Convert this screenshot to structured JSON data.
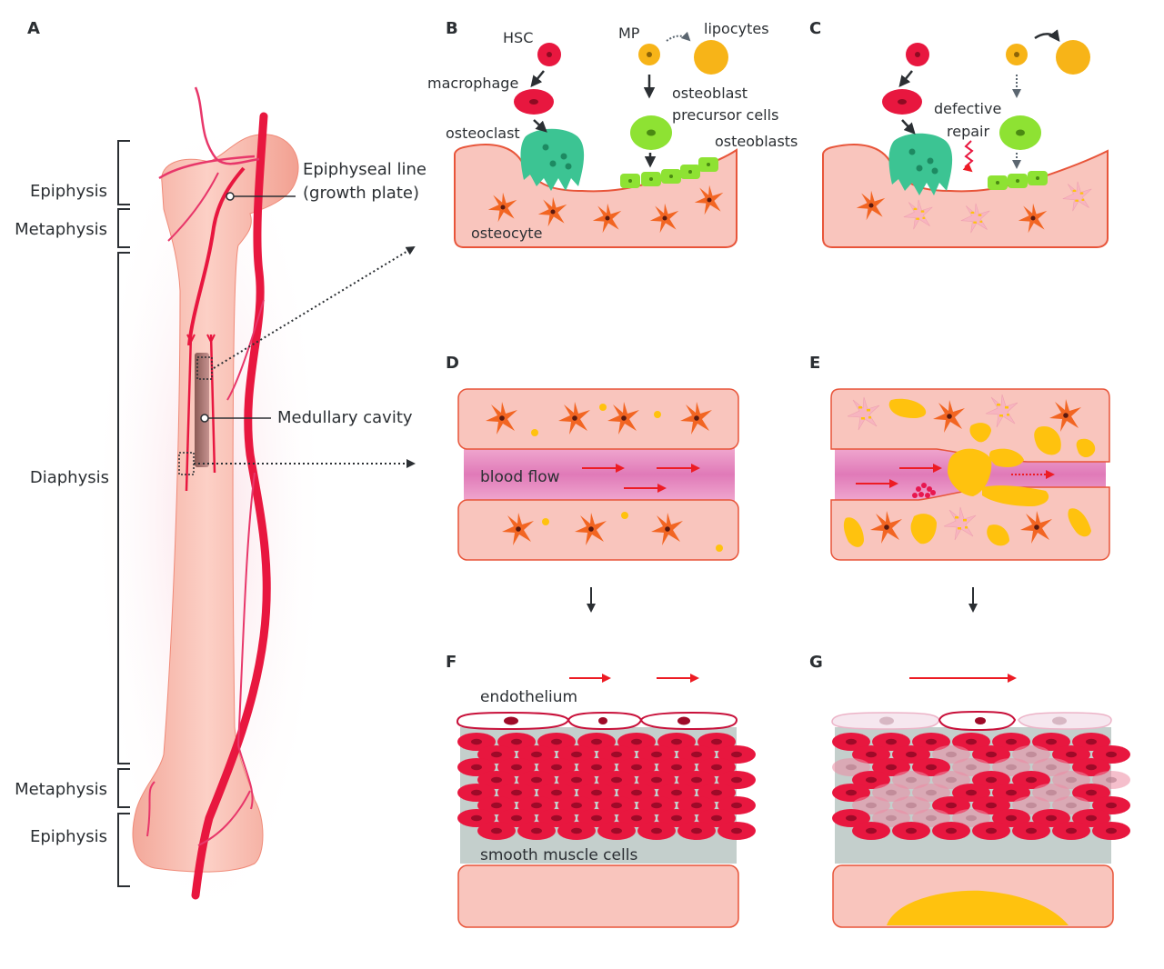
{
  "figure": {
    "panels": {
      "A": {
        "letter": "A",
        "regions": [
          "Epiphysis",
          "Metaphysis",
          "Diaphysis",
          "Metaphysis",
          "Epiphysis"
        ],
        "callouts": {
          "growth_plate_line1": "Epiphyseal line",
          "growth_plate_line2": "(growth plate)",
          "medullary": "Medullary cavity"
        }
      },
      "B": {
        "letter": "B",
        "labels": {
          "hsc": "HSC",
          "macrophage": "macrophage",
          "osteoclast": "osteoclast",
          "mp": "MP",
          "lipocytes": "lipocytes",
          "precursor_line1": "osteoblast",
          "precursor_line2": "precursor cells",
          "osteoblasts": "osteoblasts",
          "osteocyte": "osteocyte"
        }
      },
      "C": {
        "letter": "C",
        "labels": {
          "defective_line1": "defective",
          "defective_line2": "repair"
        }
      },
      "D": {
        "letter": "D",
        "labels": {
          "blood_flow": "blood flow"
        }
      },
      "E": {
        "letter": "E"
      },
      "F": {
        "letter": "F",
        "labels": {
          "endothelium": "endothelium",
          "smc": "smooth muscle cells"
        }
      },
      "G": {
        "letter": "G"
      }
    },
    "colors": {
      "bone": "#f9c5bd",
      "bone_edge": "#e8553a",
      "vessel_red": "#e8173f",
      "osteocyte": "#f26522",
      "osteoclast": "#3cc493",
      "osteoblast": "#8ee233",
      "mp_yellow": "#f7b418",
      "fat": "#ffc20e",
      "lumen": "#e88cc0",
      "smc_gray": "#c4cfcc",
      "arrow_dark": "#2b2f33",
      "arrow_red": "#ed1c24"
    }
  }
}
